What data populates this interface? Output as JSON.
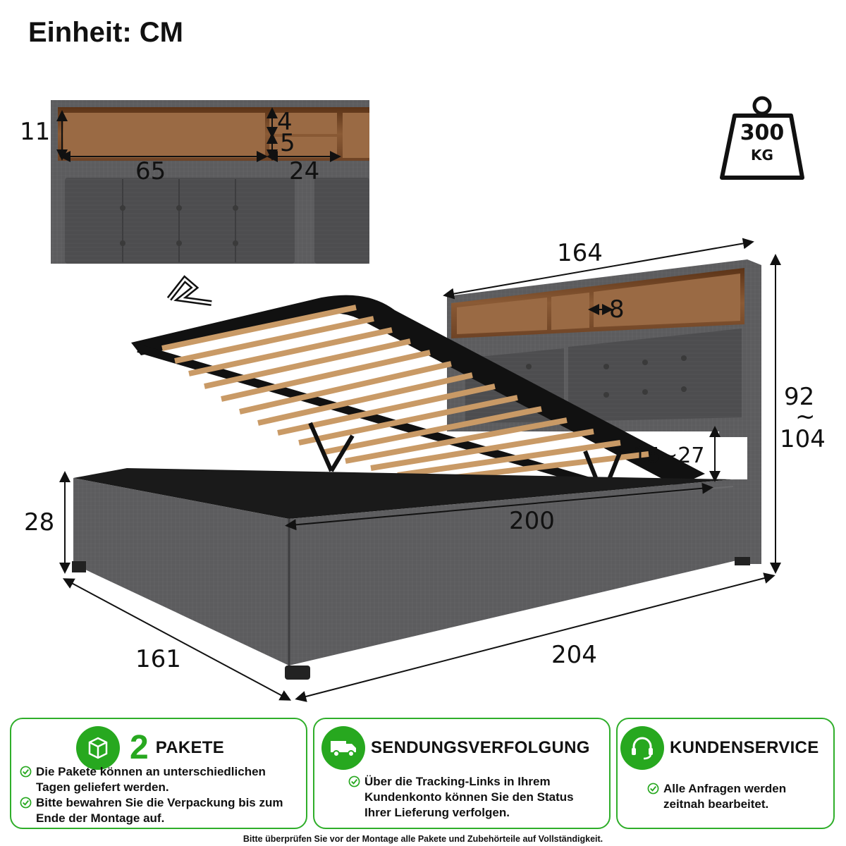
{
  "header": {
    "unit_label": "Einheit: CM"
  },
  "weight": {
    "value": "300",
    "unit": "KG",
    "icon": "weight-icon"
  },
  "dimensions": {
    "shelf_height": "11",
    "shelf_small_upper": "4",
    "shelf_small_lower": "5",
    "shelf_width_large": "65",
    "shelf_width_small": "24",
    "headboard_width": "164",
    "shelf_depth": "8",
    "total_height_top": "92",
    "total_height_sep": "~",
    "total_height_bottom": "104",
    "leg_gap": "15~27",
    "frame_height": "28",
    "inner_length": "200",
    "total_width": "161",
    "total_length": "204"
  },
  "colors": {
    "accent_green": "#27a81f",
    "fabric": "#5a5a5c",
    "wood": "#7a4a2a"
  },
  "cards": [
    {
      "icon": "package-icon",
      "number": "2",
      "title": "PAKETE",
      "bullets": [
        "Die Pakete können an unterschiedlichen Tagen geliefert werden.",
        "Bitte bewahren Sie die Verpackung bis zum Ende der Montage auf."
      ]
    },
    {
      "icon": "delivery-truck-icon",
      "title": "SENDUNGSVERFOLGUNG",
      "bullets": [
        "Über die Tracking-Links in Ihrem Kundenkonto können Sie den Status Ihrer Lieferung verfolgen."
      ]
    },
    {
      "icon": "headset-icon",
      "title": "KUNDENSERVICE",
      "bullets": [
        "Alle Anfragen werden zeitnah bearbeitet."
      ]
    }
  ],
  "footer": {
    "note": "Bitte überprüfen Sie vor der Montage alle Pakete und Zubehörteile auf Vollständigkeit."
  }
}
